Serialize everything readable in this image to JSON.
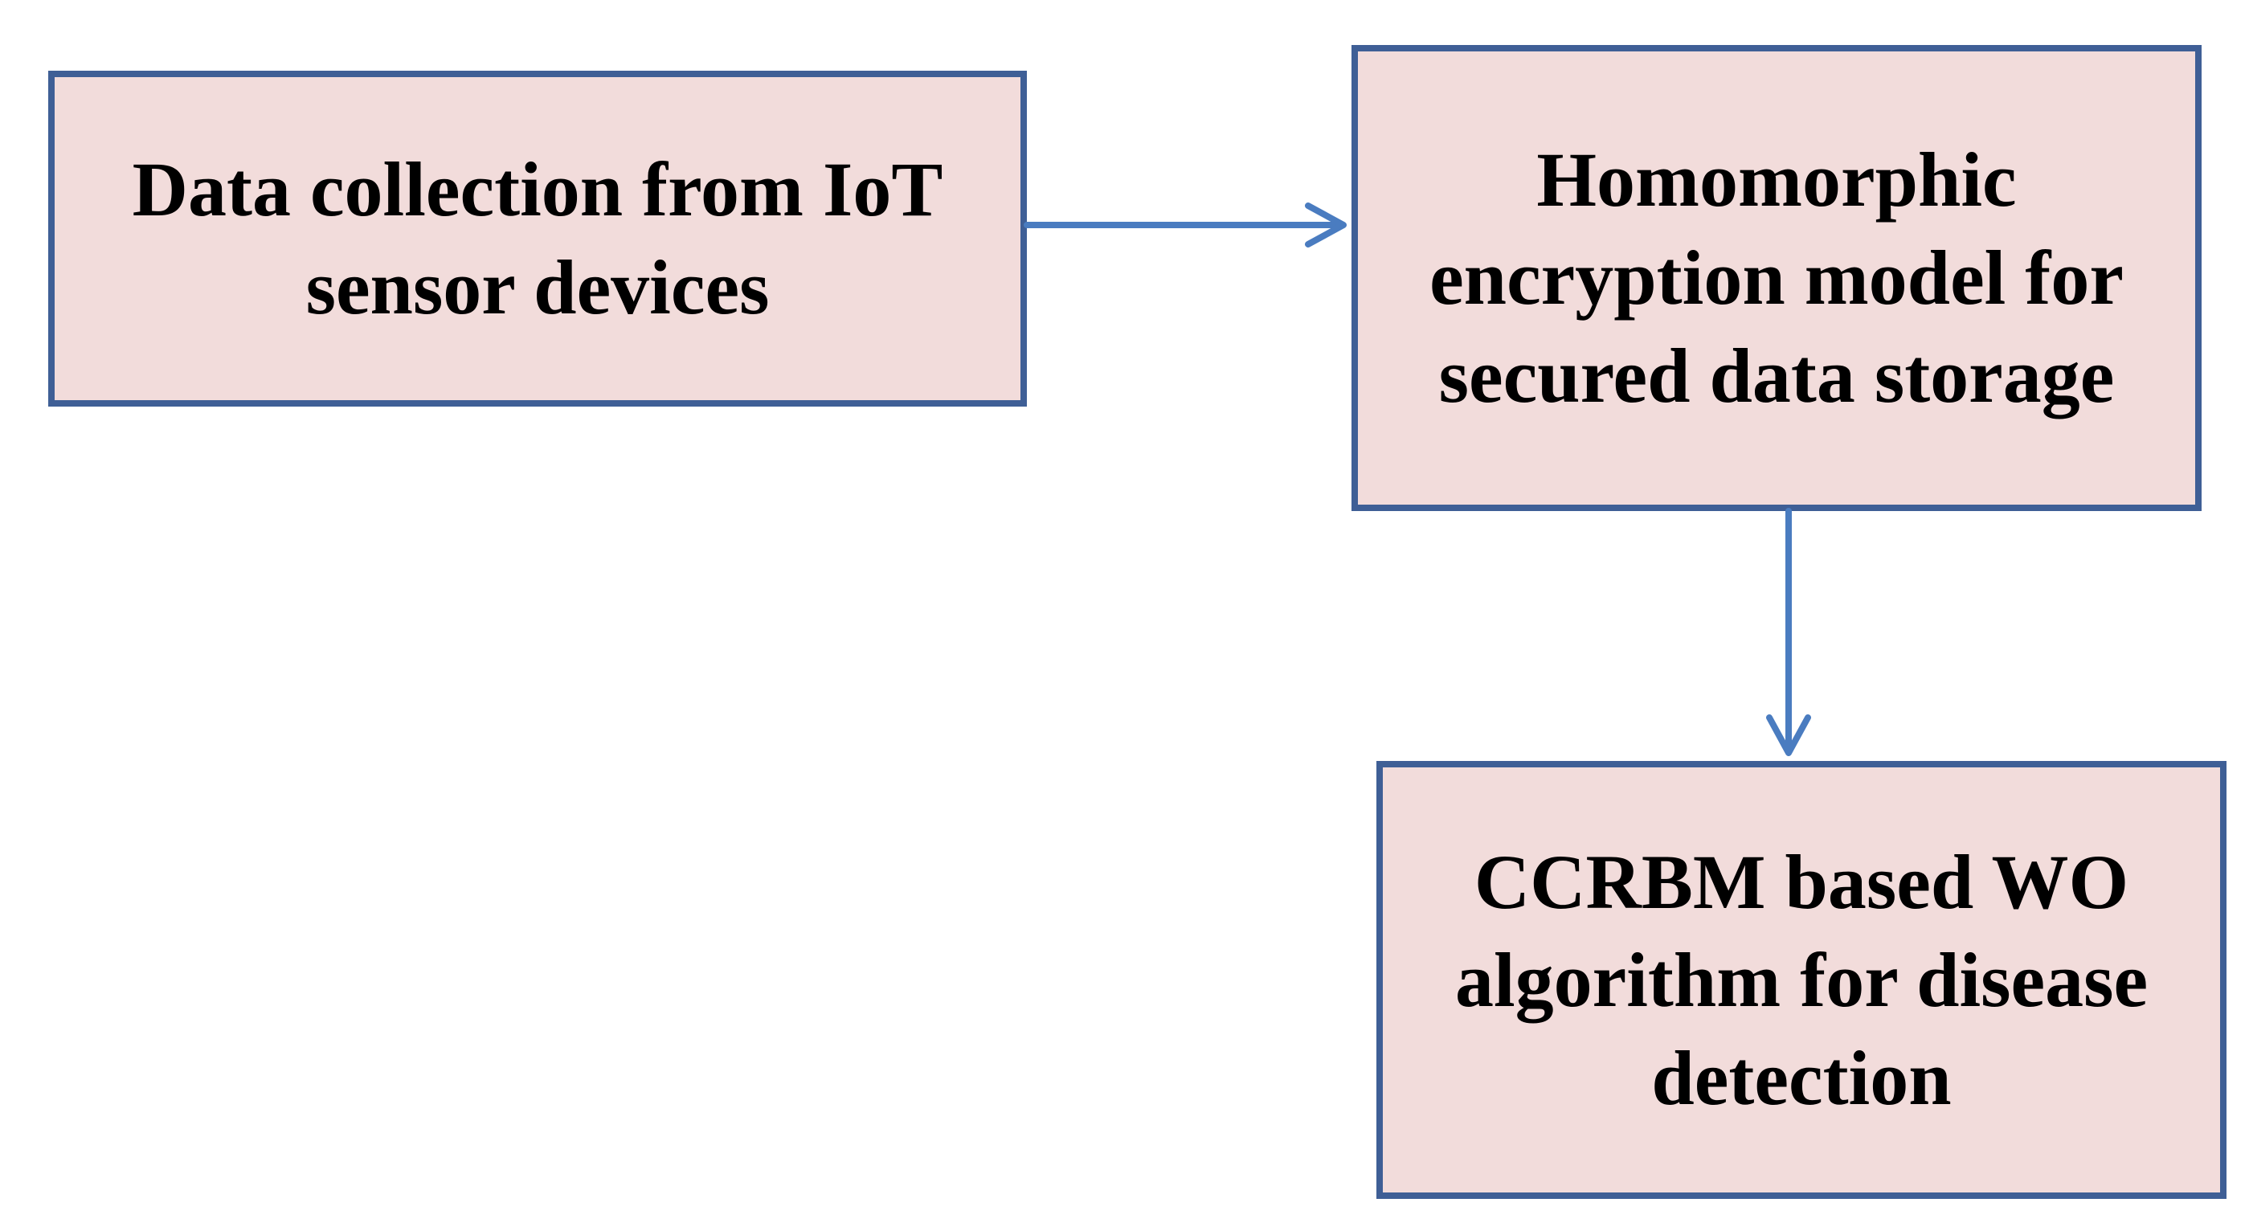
{
  "diagram": {
    "nodes": [
      {
        "id": "collection",
        "label": "Data collection from IoT sensor devices"
      },
      {
        "id": "encryption",
        "label": "Homomorphic encryption model for secured data storage"
      },
      {
        "id": "detection",
        "label": "CCRBM  based  WO algorithm for disease detection"
      }
    ],
    "edges": [
      {
        "from": "collection",
        "to": "encryption"
      },
      {
        "from": "encryption",
        "to": "detection"
      }
    ],
    "colors": {
      "box_fill": "#f2dcdb",
      "box_border": "#3f5f96",
      "arrow": "#4a7cc0"
    }
  }
}
